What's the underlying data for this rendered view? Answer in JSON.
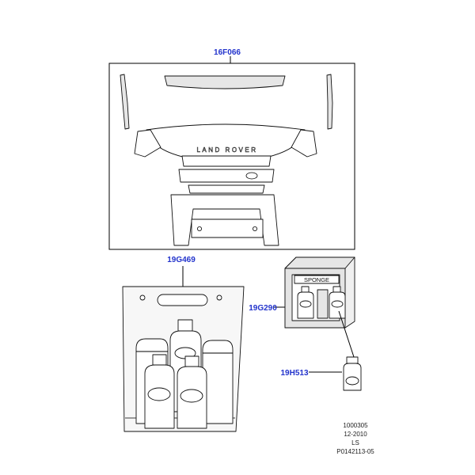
{
  "callouts": {
    "protection_kit": "16F066",
    "carry_bag": "19G469",
    "box_kit": "19G290",
    "small_bottle": "19H513"
  },
  "box_label": "SPONGE",
  "wordmark": "LAND ROVER",
  "info": {
    "line1": "1000305",
    "line2": "12-2010",
    "line3": "LS",
    "line4": "P0142113-05"
  },
  "colors": {
    "callout": "#2233cc",
    "line": "#000000"
  }
}
